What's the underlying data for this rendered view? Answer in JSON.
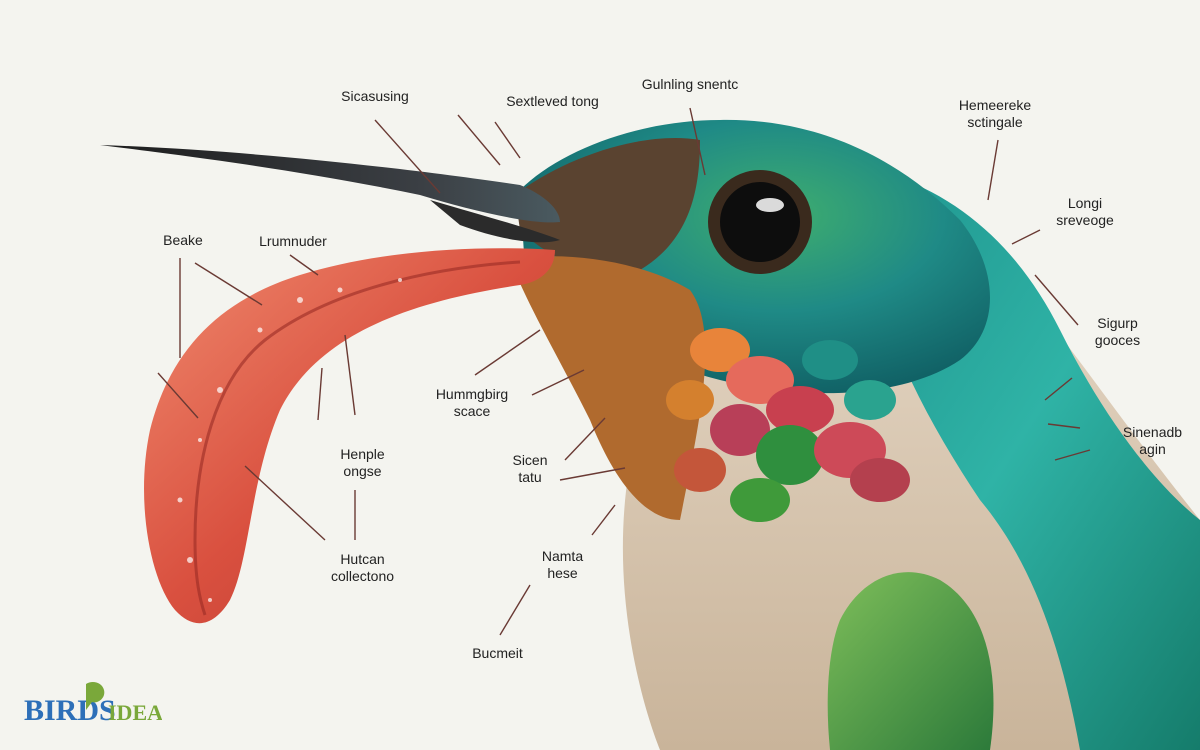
{
  "labels": {
    "sicasusing": "Sicasusing",
    "sextleved_tong": "Sextleved tong",
    "gulnling_snentc": "Gulnling snentc",
    "hemeereke_sctingale": "Hemeereke\nsctingale",
    "longi_sreveoge": "Longi\nsreveoge",
    "beake": "Beake",
    "lrumnuder": "Lrumnuder",
    "sigurp_gooces": "Sigurp\ngooces",
    "hummagbirg_scace": "Hummgbirg\nscace",
    "sinenadb_agin": "Sinenadb\nagin",
    "henple_ongse": "Henple\nongse",
    "sicen_tatu": "Sicen\ntatu",
    "hutcan_collectono": "Hutcan\ncollectono",
    "namta_hese": "Namta\nhese",
    "bucmeit": "Bucmeit"
  },
  "logo": {
    "text_left": "BIRDS",
    "text_right": "IDEA",
    "color_blue": "#2d6fb8",
    "color_green": "#7aa83a"
  },
  "colors": {
    "tongue": "#d9503f",
    "beak": "#2b2b2b",
    "iridescent_green": "#2e9e7a",
    "teal": "#19a8a0",
    "brown": "#6b4a30",
    "gorget_red": "#c84a52",
    "background": "#f4f4ef"
  }
}
